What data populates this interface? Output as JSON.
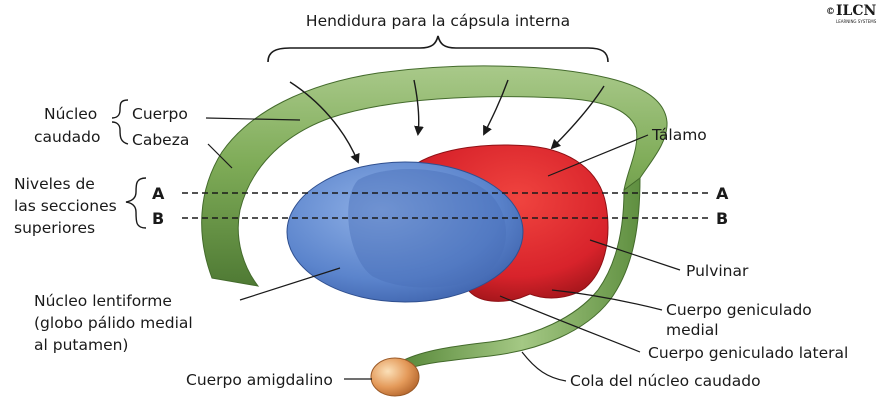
{
  "title": "Hendidura para la cápsula interna",
  "logo": {
    "symbol": "©",
    "text": "ILCN",
    "sub": "LEARNING SYSTEMS"
  },
  "labels": {
    "nucleo": "Núcleo",
    "caudado": "caudado",
    "cuerpo": "Cuerpo",
    "cabeza": "Cabeza",
    "niveles_1": "Niveles de",
    "niveles_2": "las secciones",
    "niveles_3": "superiores",
    "level_a": "A",
    "level_b": "B",
    "talamo": "Tálamo",
    "pulvinar": "Pulvinar",
    "geniculado_medial_1": "Cuerpo geniculado",
    "geniculado_medial_2": "medial",
    "geniculado_lateral": "Cuerpo geniculado lateral",
    "lentiforme_1": "Núcleo lentiforme",
    "lentiforme_2": "(globo pálido medial",
    "lentiforme_3": "al putamen)",
    "amigdalino": "Cuerpo amigdalino",
    "cola": "Cola del núcleo caudado"
  },
  "colors": {
    "caudate": "#6f9e4c",
    "caudate_light": "#b5d39a",
    "thalamus": "#d8232b",
    "lentiform": "#5b84cc",
    "amygdala": "#e49a5a",
    "ink": "#1a1a1a"
  }
}
